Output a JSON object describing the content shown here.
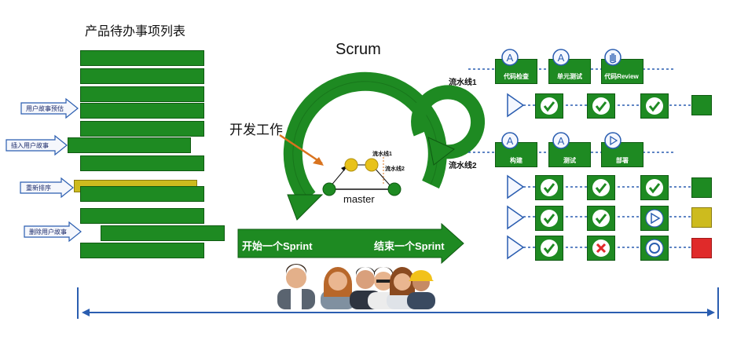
{
  "backlog": {
    "title": "产品待办事项列表",
    "labels": [
      "用户故事预估",
      "插入用户故事",
      "重新排序",
      "删除用户故事"
    ]
  },
  "scrum": {
    "title": "Scrum",
    "dev_work": "开发工作",
    "start_sprint": "开始一个Sprint",
    "end_sprint": "结束一个Sprint",
    "master": "master",
    "inner_pipeline_1": "流水线1",
    "inner_pipeline_2": "流水线2"
  },
  "pipeline1": {
    "label": "流水线1",
    "stages": [
      {
        "label": "代码检查",
        "icon": "letter-a-icon"
      },
      {
        "label": "单元测试",
        "icon": "letter-a-icon"
      },
      {
        "label": "代码Review",
        "icon": "hand-icon"
      }
    ]
  },
  "pipeline2": {
    "label": "流水线2",
    "stages": [
      {
        "label": "构建",
        "icon": "letter-a-icon"
      },
      {
        "label": "测试",
        "icon": "letter-a-icon"
      },
      {
        "label": "部署",
        "icon": "play-icon"
      }
    ]
  },
  "results": {
    "row1": [
      "check",
      "check",
      "check",
      "green"
    ],
    "row2": [
      "check",
      "check",
      "check",
      "green"
    ],
    "row3": [
      "check",
      "check",
      "play",
      "yellow"
    ],
    "row4": [
      "check",
      "cross",
      "target",
      "red"
    ]
  },
  "colors": {
    "green": "#1e8a22",
    "dark_green": "#0f5a12",
    "yellow": "#cdbb1e",
    "red": "#e02a2a",
    "blue": "#2a5db0",
    "orange": "#d9731e"
  }
}
